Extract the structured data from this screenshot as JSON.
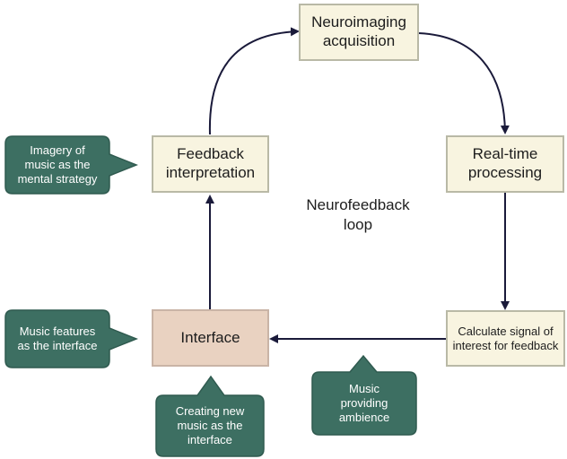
{
  "colors": {
    "box_fill": "#f8f4e0",
    "box_border": "#b9b9a6",
    "interface_fill": "#e9d2c1",
    "callout_fill": "#3d6f62",
    "arrow": "#1a1a3a"
  },
  "nodes": {
    "acquisition": "Neuroimaging\nacquisition",
    "processing": "Real-time\nprocessing",
    "signal": "Calculate signal of\ninterest for feedback",
    "interface": "Interface",
    "feedback": "Feedback\ninterpretation"
  },
  "center_label": "Neurofeedback\nloop",
  "callouts": {
    "imagery": "Imagery of\nmusic as the\nmental strategy",
    "features": "Music features\nas the interface",
    "creating": "Creating new\nmusic as the\ninterface",
    "ambience": "Music\nproviding\nambience"
  }
}
